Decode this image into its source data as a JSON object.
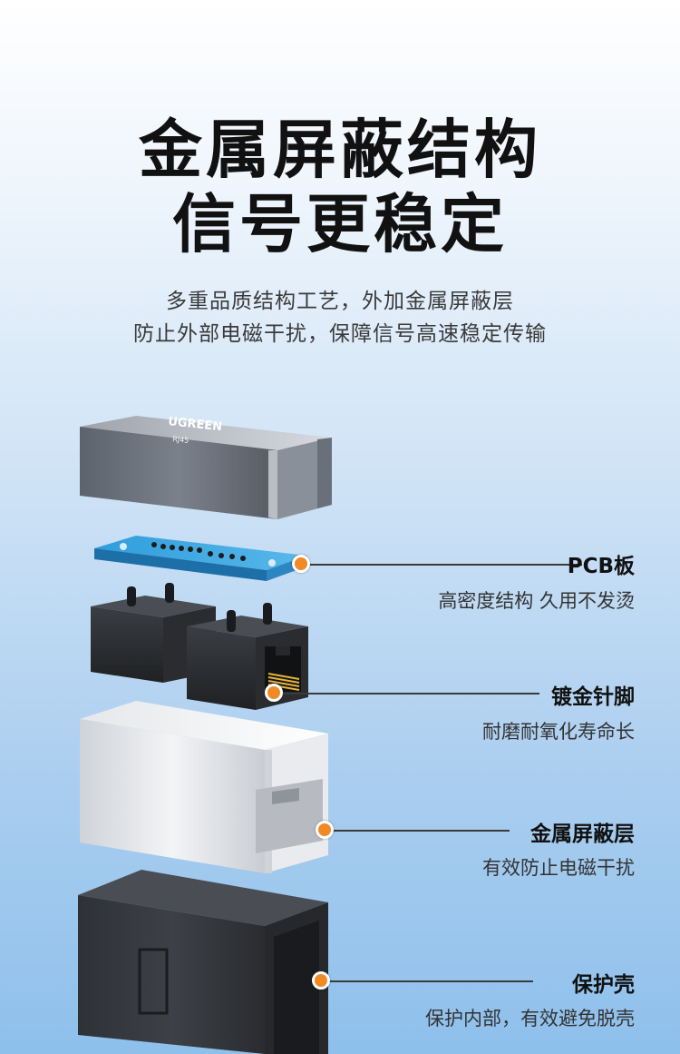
{
  "header": {
    "title_line1": "金属屏蔽结构",
    "title_line2": "信号更稳定",
    "subtitle_line1": "多重品质结构工艺，外加金属屏蔽层",
    "subtitle_line2": "防止外部电磁干扰，保障信号高速稳定传输"
  },
  "product": {
    "brand_logo": "UGREEN",
    "model": "RJ45"
  },
  "callouts": [
    {
      "title": "PCB板",
      "desc": "高密度结构 久用不发烫"
    },
    {
      "title": "镀金针脚",
      "desc": "耐磨耐氧化寿命长"
    },
    {
      "title": "金属屏蔽层",
      "desc": "有效防止电磁干扰"
    },
    {
      "title": "保护壳",
      "desc": "保护内部，有效避免脱壳"
    }
  ],
  "colors": {
    "accent_dot": "#f08a24",
    "line": "#3b3b3b"
  }
}
